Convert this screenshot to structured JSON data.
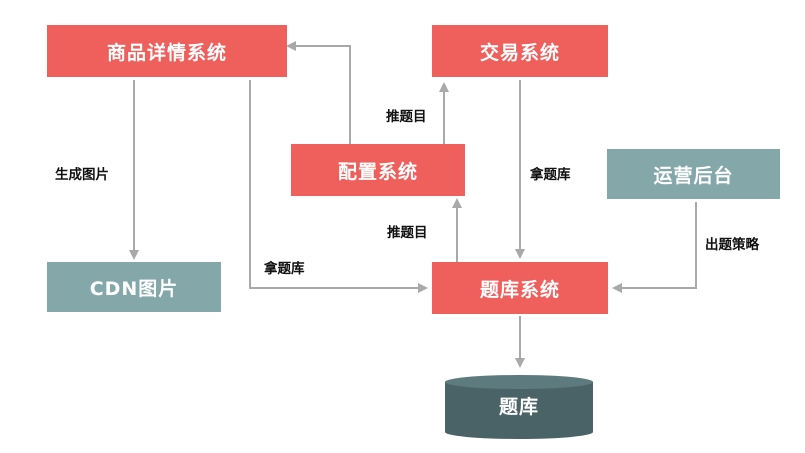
{
  "nodes": {
    "product_detail": "商品详情系统",
    "trade": "交易系统",
    "config": "配置系统",
    "ops_backend": "运营后台",
    "cdn": "CDN图片",
    "question_bank_system": "题库系统",
    "question_bank_db": "题库"
  },
  "edges": {
    "generate_image": "生成图片",
    "push_questions_top": "推题目",
    "push_questions_bottom": "推题目",
    "fetch_bank_trade": "拿题库",
    "fetch_bank_detail": "拿题库",
    "issue_strategy": "出题策略"
  },
  "colors": {
    "system_red": "#ef5f5c",
    "external_teal": "#84a7aa",
    "db_dark": "#4a6367",
    "arrow_gray": "#a9a9a9"
  }
}
